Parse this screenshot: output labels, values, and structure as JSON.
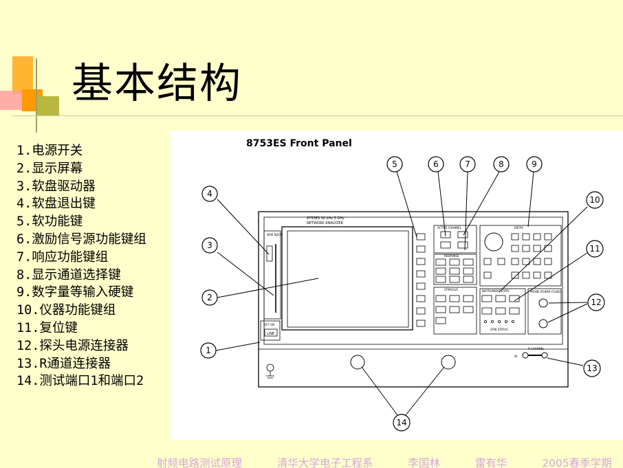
{
  "slide": {
    "title": "基本结构",
    "parts": [
      "1.电源开关",
      "2.显示屏幕",
      "3.软盘驱动器",
      "4.软盘退出键",
      "5.软功能键",
      "6.激励信号源功能键组",
      "7.响应功能键组",
      "8.显示通道选择键",
      "9.数字量等输入硬键",
      "10.仪器功能键组",
      "11.复位键",
      "12.探头电源连接器",
      "13.R通道连接器",
      "14.测试端口1和端口2"
    ],
    "footer": [
      "射频电路测试原理",
      "清华大学电子工程系",
      "李国林",
      "雷有华",
      "2005春季学期"
    ]
  },
  "figure": {
    "caption": "8753ES Front Panel",
    "model_label_1": "8753ES 30 kHz-3 GHz",
    "model_label_2": "NETWORK ANALYZER",
    "disk_label": "DISK EJECT",
    "power_label": "OFF ON",
    "line_label": "LINE",
    "active_channel": "ACTIVE CHANNEL",
    "entry": "ENTRY",
    "response": "RESPONSE",
    "stimulus": "STIMULUS",
    "instrument_state": "INSTRUMENT STATE",
    "probe_power": "PROBE POWER FUSED",
    "r_channel": "R CHANNEL",
    "r_in": "IN",
    "gpib_status": "GPIB STATUS",
    "callouts": [
      "1",
      "2",
      "3",
      "4",
      "5",
      "6",
      "7",
      "8",
      "9",
      "10",
      "11",
      "12",
      "13",
      "14"
    ]
  },
  "colors": {
    "background": "#ffffcc",
    "accent_orange": "#ff9900",
    "accent_olive": "#999933",
    "footer_text": "#d6a6dc"
  }
}
